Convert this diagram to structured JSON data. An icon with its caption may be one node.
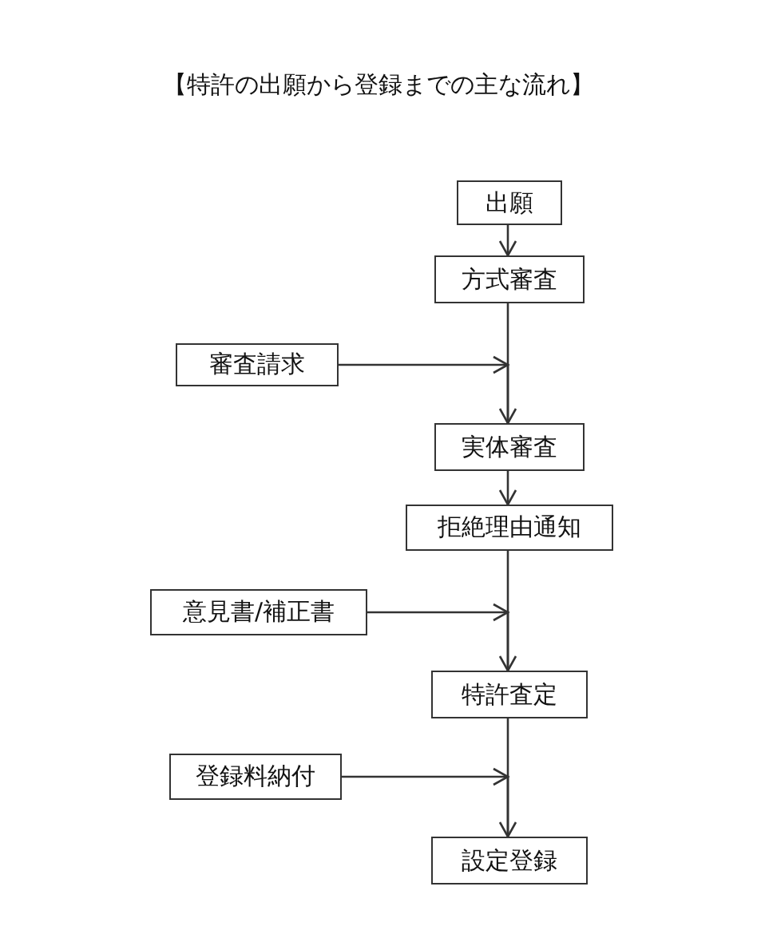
{
  "diagram": {
    "title": "【特許の出願から登録までの主な流れ】",
    "nodes": [
      {
        "text": [
          "出願"
        ]
      },
      {
        "text": [
          "方式審査"
        ]
      },
      {
        "text": [
          "審査請求"
        ]
      },
      {
        "text": [
          "実体審査"
        ]
      },
      {
        "text": [
          "拒絶理由通知"
        ]
      },
      {
        "text": [
          "意見書/補正書"
        ]
      },
      {
        "text": [
          "特許査定"
        ]
      },
      {
        "text": [
          "登録料納付"
        ]
      },
      {
        "text": [
          "設定登録"
        ]
      }
    ],
    "edges": [
      {
        "from": 0,
        "to": 1,
        "arrow": "to"
      },
      {
        "from": 1,
        "to": 3,
        "arrow": "to"
      },
      {
        "from": 2,
        "to": 3,
        "arrow": "to"
      },
      {
        "from": 3,
        "to": 4,
        "arrow": "to"
      },
      {
        "from": 4,
        "to": 6,
        "arrow": "to"
      },
      {
        "from": 5,
        "to": 6,
        "arrow": "to"
      },
      {
        "from": 6,
        "to": 8,
        "arrow": "to"
      },
      {
        "from": 7,
        "to": 8,
        "arrow": "to"
      }
    ]
  }
}
